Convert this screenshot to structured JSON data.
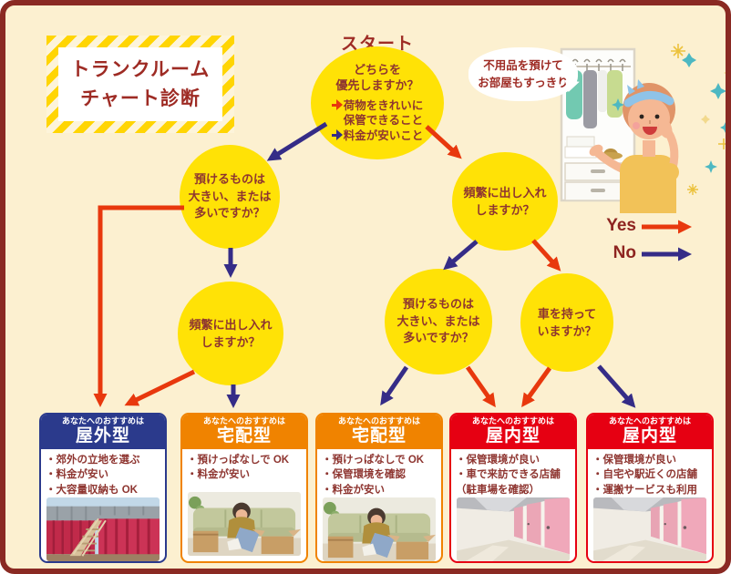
{
  "title": {
    "line1": "トランクルーム",
    "line2": "チャート診断"
  },
  "start": {
    "label": "スタート",
    "question_line1": "どちらを",
    "question_line2": "優先しますか？",
    "option1_line1": "荷物をきれいに",
    "option1_line2": "保管できること",
    "option1_arrow": "red",
    "option2": "料金が安いこと",
    "option2_arrow": "blue"
  },
  "speech_bubble": {
    "line1": "不用品を預けて",
    "line2": "お部屋もすっきり"
  },
  "legend": {
    "yes_label": "Yes",
    "no_label": "No",
    "yes_color": "#e8380d",
    "no_color": "#352c87"
  },
  "colors": {
    "page_background": "#fcf0d0",
    "page_border": "#8a2a23",
    "node_yellow": "#ffe206",
    "text_dark_red": "#8e3530",
    "arrow_yes_red": "#e8380d",
    "arrow_no_blue": "#352c87",
    "card_navy": "#2b3a8c",
    "card_orange": "#f08300",
    "card_red": "#e60012"
  },
  "nodes": [
    {
      "id": "q-size-left",
      "lines": [
        "預けるものは",
        "大きい、または",
        "多いですか？"
      ]
    },
    {
      "id": "q-frequency-left",
      "lines": [
        "頻繁に出し入れ",
        "しますか？",
        ""
      ]
    },
    {
      "id": "q-frequency-right",
      "lines": [
        "頻繁に出し入れ",
        "しますか？",
        ""
      ]
    },
    {
      "id": "q-size-mid",
      "lines": [
        "預けるものは",
        "大きい、または",
        "多いですか？"
      ]
    },
    {
      "id": "q-car",
      "lines": [
        "車を持って",
        "いますか？",
        ""
      ]
    }
  ],
  "edges": [
    {
      "from": "start",
      "option": "荷物をきれいに保管できること",
      "to": "q-frequency-right",
      "color": "red"
    },
    {
      "from": "start",
      "option": "料金が安いこと",
      "to": "q-size-left",
      "color": "blue"
    },
    {
      "from": "q-size-left",
      "answer": "Yes",
      "to": "card-1",
      "color": "red"
    },
    {
      "from": "q-size-left",
      "answer": "No",
      "to": "q-frequency-left",
      "color": "blue"
    },
    {
      "from": "q-frequency-left",
      "answer": "Yes",
      "to": "card-1",
      "color": "red"
    },
    {
      "from": "q-frequency-left",
      "answer": "No",
      "to": "card-2",
      "color": "blue"
    },
    {
      "from": "q-frequency-right",
      "answer": "No",
      "to": "q-size-mid",
      "color": "blue"
    },
    {
      "from": "q-frequency-right",
      "answer": "Yes",
      "to": "q-car",
      "color": "red"
    },
    {
      "from": "q-size-mid",
      "answer": "No",
      "to": "card-3",
      "color": "blue"
    },
    {
      "from": "q-size-mid",
      "answer": "Yes",
      "to": "card-4",
      "color": "red"
    },
    {
      "from": "q-car",
      "answer": "Yes",
      "to": "card-4",
      "color": "red"
    },
    {
      "from": "q-car",
      "answer": "No",
      "to": "card-5",
      "color": "blue"
    }
  ],
  "cards": [
    {
      "recommend": "あなたへのおすすめは",
      "type": "屋外型",
      "accent": "#2b3a8c",
      "bullets": [
        "・郊外の立地を選ぶ",
        "・料金が安い",
        "・大容量収納も OK"
      ],
      "photo": "outdoor-containers"
    },
    {
      "recommend": "あなたへのおすすめは",
      "type": "宅配型",
      "accent": "#f08300",
      "bullets": [
        "・預けっぱなしで OK",
        "・料金が安い",
        ""
      ],
      "photo": "packing-sofa"
    },
    {
      "recommend": "あなたへのおすすめは",
      "type": "宅配型",
      "accent": "#f08300",
      "bullets": [
        "・預けっぱなしで OK",
        "・保管環境を確認",
        "・料金が安い"
      ],
      "photo": "packing-sofa"
    },
    {
      "recommend": "あなたへのおすすめは",
      "type": "屋内型",
      "accent": "#e60012",
      "bullets": [
        "・保管環境が良い",
        "・車で来訪できる店舗",
        "（駐車場を確認）"
      ],
      "photo": "indoor-corridor"
    },
    {
      "recommend": "あなたへのおすすめは",
      "type": "屋内型",
      "accent": "#e60012",
      "bullets": [
        "・保管環境が良い",
        "・自宅や駅近くの店舗",
        "・運搬サービスも利用"
      ],
      "photo": "indoor-corridor"
    }
  ]
}
